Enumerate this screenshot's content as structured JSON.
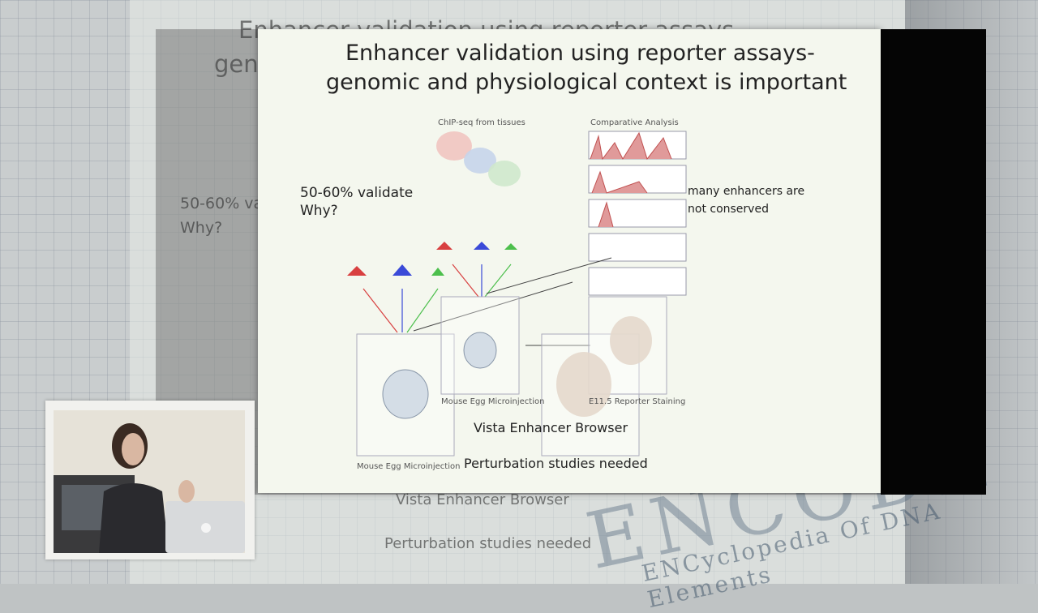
{
  "slide": {
    "title_line1": "Enhancer validation using reporter assays-",
    "title_line2": "genomic and physiological context is important",
    "chip_label": "ChIP-seq from tissues",
    "comparative_label": "Comparative Analysis",
    "validate_line1": "50-60% validate",
    "validate_line2": "Why?",
    "conserved_line1": "many enhancers are",
    "conserved_line2": "not conserved",
    "microinjection_label": "Mouse Egg Microinjection",
    "staining_label": "E11.5 Reporter Staining",
    "vista_label": "Vista Enhancer Browser",
    "perturbation_label": "Perturbation studies needed"
  },
  "background": {
    "logo_text": "ENCODE",
    "logo_sub": "ENCyclopedia Of DNA Elements"
  },
  "colors": {
    "red": "#d84040",
    "blue": "#3a4ad8",
    "green": "#4cbf4c",
    "slide_bg": "#f4f7ee"
  }
}
